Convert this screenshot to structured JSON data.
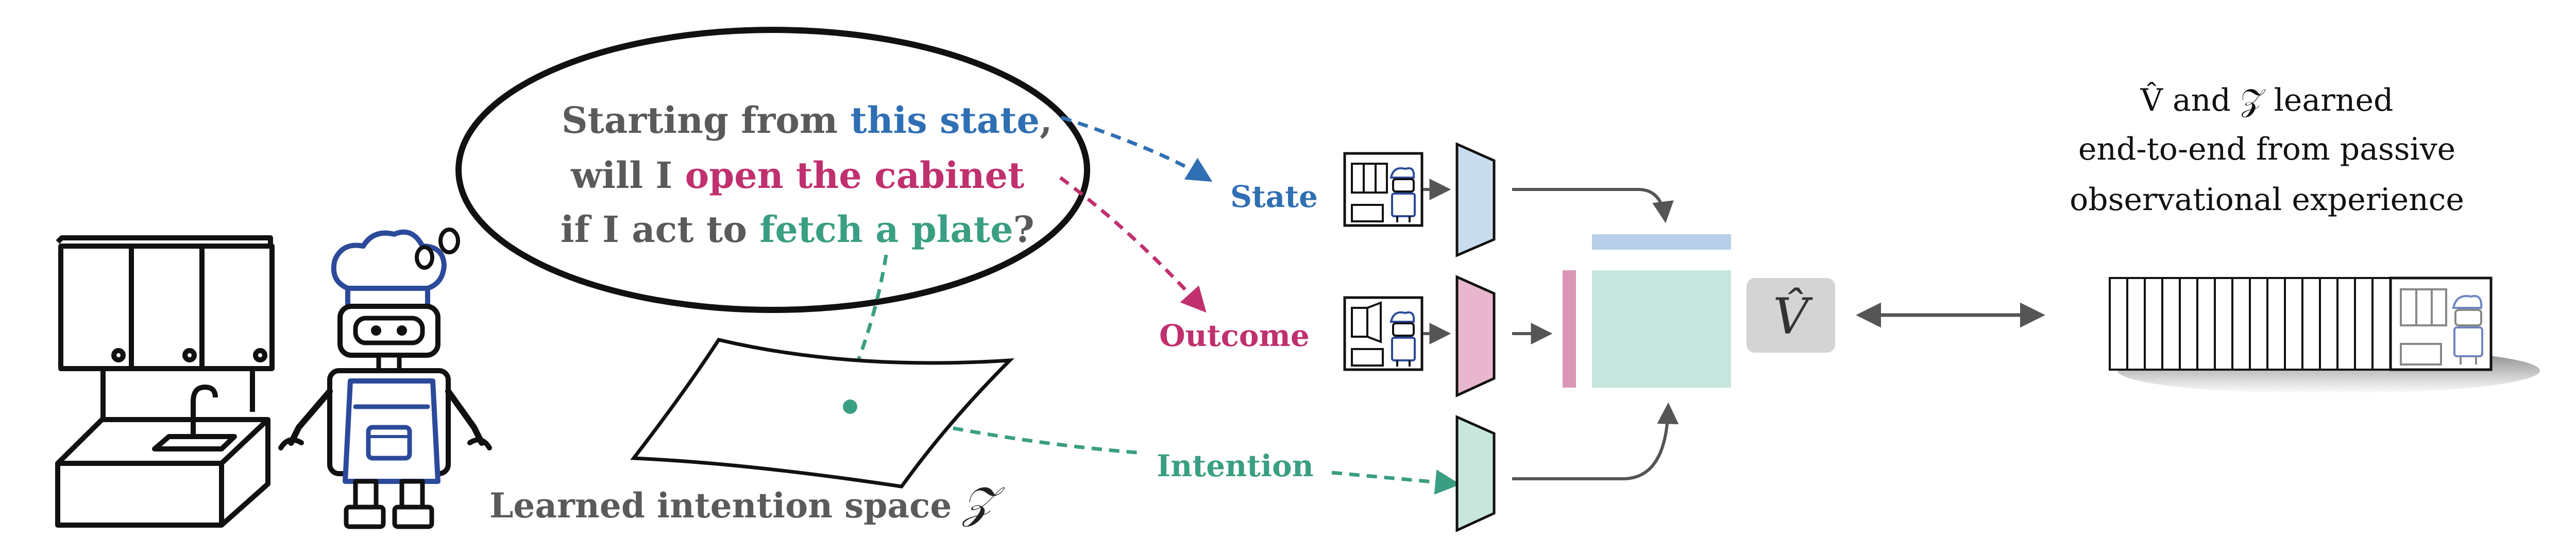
{
  "speech": {
    "line1_prefix": "Starting from ",
    "line1_highlight": "this state",
    "line1_suffix": ",",
    "line2_prefix": "will I ",
    "line2_highlight": "open the cabinet",
    "line3_prefix": "if I act to ",
    "line3_highlight": "fetch a plate",
    "line3_suffix": "?"
  },
  "labels": {
    "state": "State",
    "outcome": "Outcome",
    "intention": "Intention",
    "intention_space_text": "Learned intention space",
    "intention_space_symbol": "𝒵",
    "value_hat": "V̂"
  },
  "right_caption": {
    "line1": "V̂ and 𝒵 learned",
    "line2": "end-to-end from passive",
    "line3": "observational experience"
  },
  "colors": {
    "state": "#2f6fb3",
    "outcome": "#c0306e",
    "intention": "#3a9e82",
    "text_gray": "#5a5a5a",
    "encoder_state": "#c9dcee",
    "encoder_outcome": "#e8b6cf",
    "encoder_intention": "#c9e6dc",
    "matrix": "#c5e6dd",
    "value_box": "#d4d4d4",
    "robot_blue": "#2c4a9a"
  }
}
